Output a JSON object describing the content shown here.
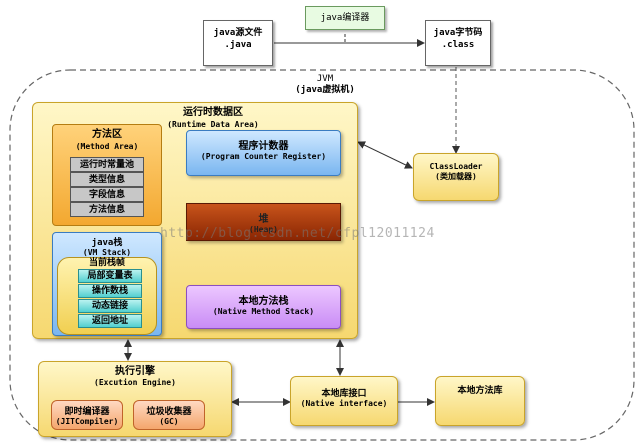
{
  "source_file": {
    "line1": "java源文件",
    "line2": ".java"
  },
  "compiler_note": "java编译器",
  "bytecode_file": {
    "line1": "java字节码",
    "line2": ".class"
  },
  "jvm": {
    "title": "JVM",
    "subtitle": "(java虚拟机)"
  },
  "runtime_area": {
    "title": "运行时数据区",
    "subtitle": "(Runtime Data Area)"
  },
  "method_area": {
    "title": "方法区",
    "subtitle": "(Method Area)",
    "items": [
      "运行时常量池",
      "类型信息",
      "字段信息",
      "方法信息"
    ]
  },
  "java_stack": {
    "title": "java栈",
    "subtitle": "(VM Stack)",
    "frame_title": "当前栈帧",
    "frame_items": [
      "局部变量表",
      "操作数栈",
      "动态链接",
      "返回地址"
    ]
  },
  "pc_register": {
    "title": "程序计数器",
    "subtitle": "(Program Counter Register)"
  },
  "heap": {
    "title": "堆",
    "subtitle": "(Heap)"
  },
  "native_stack": {
    "title": "本地方法栈",
    "subtitle": "(Native Method Stack)"
  },
  "classloader": {
    "title": "ClassLoader",
    "subtitle": "(类加载器)"
  },
  "engine": {
    "title": "执行引擎",
    "subtitle": "(Excution Engine)",
    "jit": {
      "title": "即时编译器",
      "subtitle": "(JITCompiler)"
    },
    "gc": {
      "title": "垃圾收集器",
      "subtitle": "(GC)"
    }
  },
  "native_interface": {
    "title": "本地库接口",
    "subtitle": "(Native interface)"
  },
  "native_library": {
    "title": "本地方法库"
  },
  "watermark": "http://blog.csdn.net/cfpl12011124",
  "colors": {
    "runtime_bg": "#f6d870",
    "method_area": "#f3a830",
    "stack": "#7ab6f0",
    "heap": "#8a2603",
    "native_stack": "#c98cf5"
  }
}
